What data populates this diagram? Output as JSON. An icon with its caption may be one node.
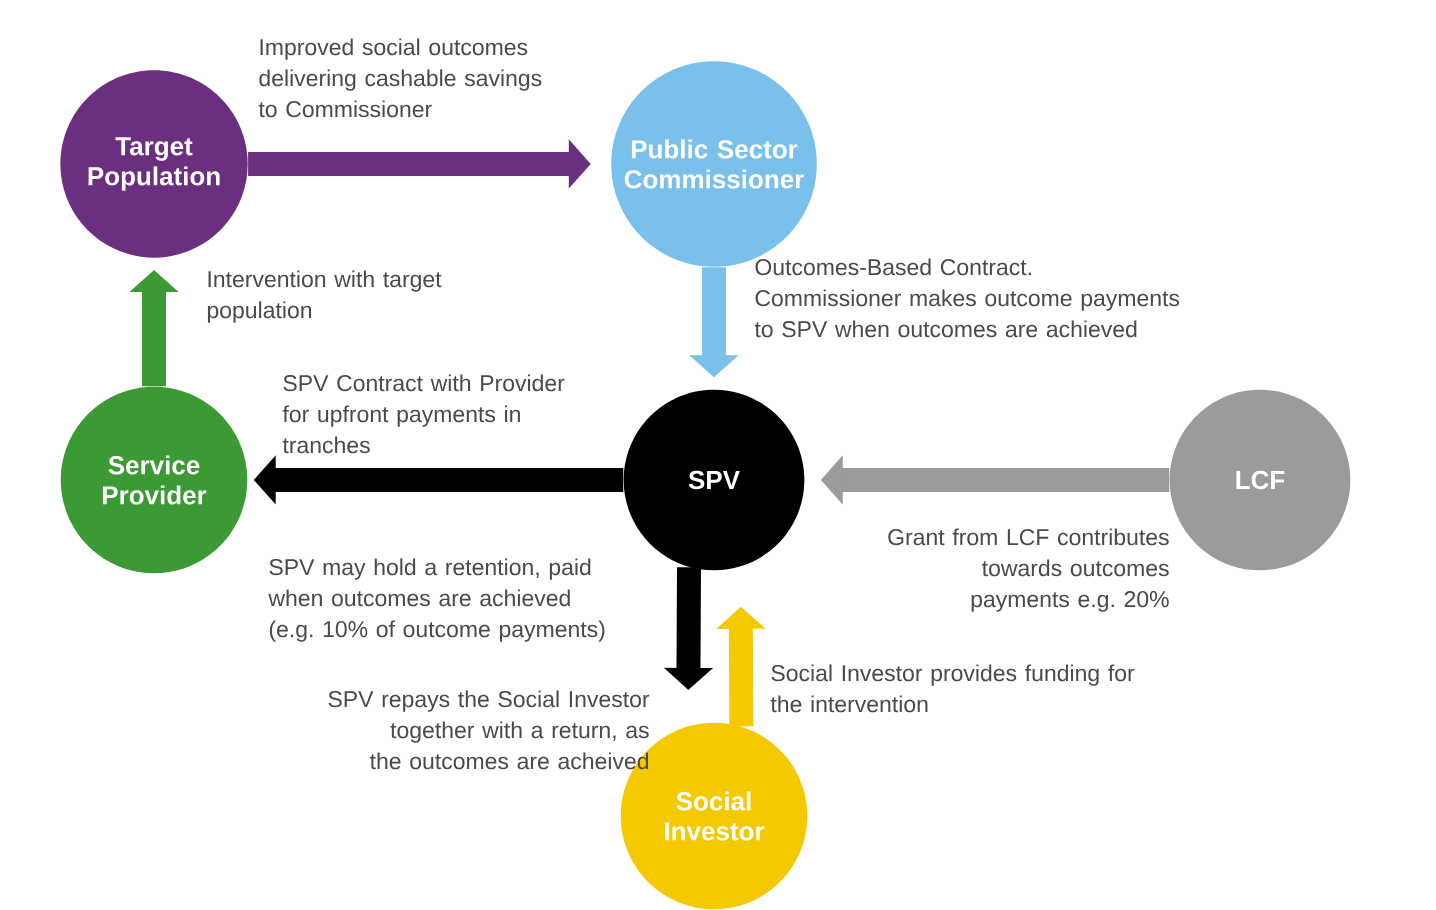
{
  "diagram": {
    "nodes": [
      {
        "text": [
          "Target Population"
        ]
      },
      {
        "text": [
          "Public Sector Commissioner"
        ]
      },
      {
        "text": [
          "Service Provider"
        ]
      },
      {
        "text": [
          "SPV"
        ]
      },
      {
        "text": [
          "LCF"
        ]
      },
      {
        "text": [
          "Social Investor"
        ]
      }
    ],
    "edges": [
      {
        "from": 0,
        "to": 1,
        "arrow": "to",
        "color": "#6b2f7f",
        "label": "Improved social outcomes delivering cashable savings to Commissioner"
      },
      {
        "from": 2,
        "to": 0,
        "arrow": "to",
        "color": "#3c9a35",
        "label": "Intervention with target population"
      },
      {
        "from": 1,
        "to": 3,
        "arrow": "to",
        "color": "#79c1ea",
        "label": "Outcomes-Based Contract. Commissioner makes outcome payments to SPV when outcomes are achieved"
      },
      {
        "from": 3,
        "to": 2,
        "arrow": "to",
        "color": "#000000",
        "label": "SPV Contract with Provider for upfront payments in tranches"
      },
      {
        "from": 4,
        "to": 3,
        "arrow": "to",
        "color": "#9b9b9b",
        "label": "Grant from LCF contributes towards outcomes payments e.g. 20%"
      },
      {
        "from": 3,
        "to": 5,
        "arrow": "to",
        "color": "#000000",
        "label": "SPV repays the Social Investor together with a return, as the outcomes are acheived"
      },
      {
        "from": 5,
        "to": 3,
        "arrow": "to",
        "color": "#f5c900",
        "label": "Social Investor provides funding for the intervention"
      }
    ],
    "labels": [
      "SPV may hold a retention, paid when outcomes are achieved (e.g. 10% of outcome payments)"
    ]
  }
}
